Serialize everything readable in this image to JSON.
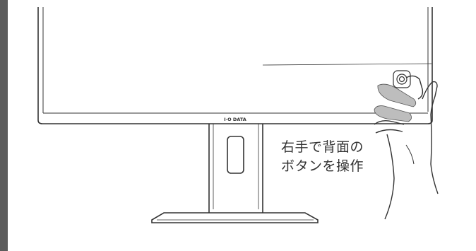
{
  "brand_label": "I·O DATA",
  "caption": {
    "line1": "右手で背面の",
    "line2": "ボタンを操作"
  },
  "icons": [
    "monitor",
    "stand",
    "hand",
    "rear-button"
  ],
  "colors": {
    "sidebar": "#5c5c5c",
    "line": "#333333",
    "hand_shadow": "#bdbdbd",
    "text": "#333333"
  }
}
